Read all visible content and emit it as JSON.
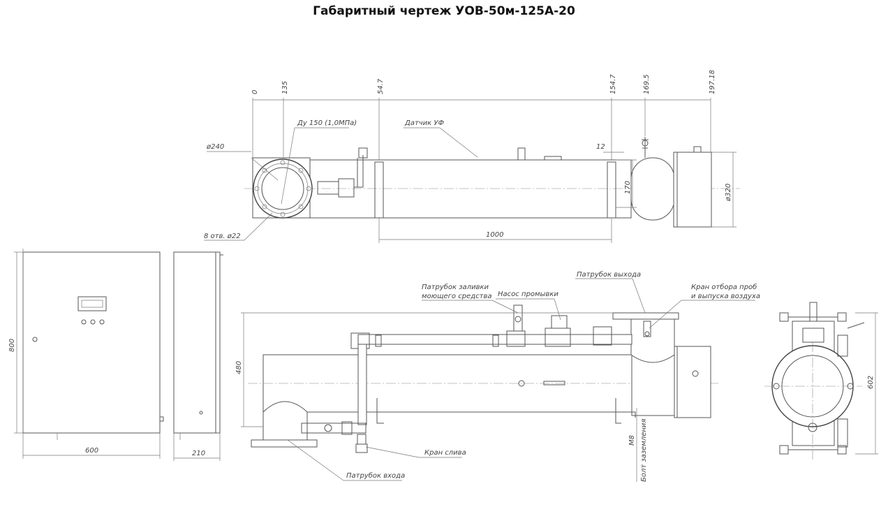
{
  "title": "Габаритный чертеж УОВ-50м-125А-20",
  "top_view": {
    "dims_top": [
      "0",
      "135",
      "54.7",
      "154.7",
      "169.5",
      "197.18"
    ],
    "dia_flange": "ø240",
    "du": "Ду 150 (1,0МПа)",
    "sensor": "Датчик УФ",
    "dim_12": "12",
    "dim_170": "170",
    "dia_320": "ø320",
    "holes": "8 отв. ø22",
    "dim_1000": "1000"
  },
  "cabinet": {
    "height": "800",
    "width": "600",
    "depth": "210"
  },
  "front_view": {
    "fill_nozzle": [
      "Патрубок заливки",
      "моющего средства"
    ],
    "flush_pump": "Насос промывки",
    "outlet": "Патрубок выхода",
    "sample_valve": [
      "Кран отбора проб",
      "и выпуска воздуха"
    ],
    "height": "480",
    "drain_valve": "Кран слива",
    "inlet": "Патрубок входа",
    "bolt_size": "М8",
    "ground_bolt": "Болт заземления"
  },
  "side_view": {
    "height": "602"
  }
}
